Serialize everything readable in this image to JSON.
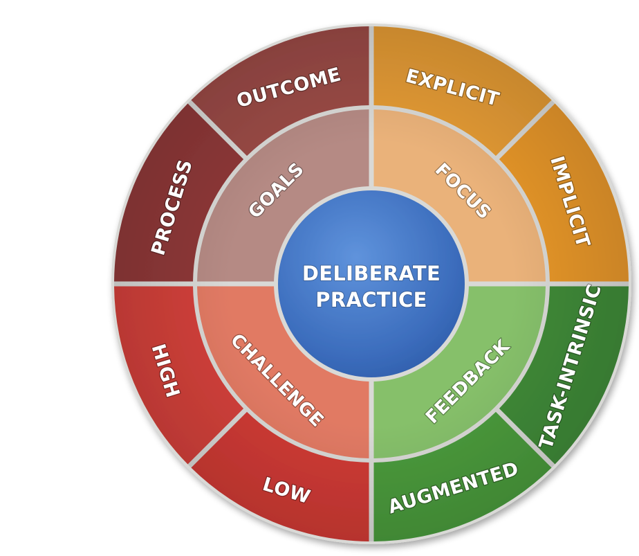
{
  "center": {
    "line1": "DELIBERATE",
    "line2": "PRACTICE",
    "color": "#3d6fbd"
  },
  "quadrants": [
    {
      "id": "goals",
      "inner_label": "GOALS",
      "inner_color": "#b58a84",
      "outer": [
        {
          "label": "PROCESS",
          "color": "#8e3838"
        },
        {
          "label": "OUTCOME",
          "color": "#9a4a46"
        }
      ]
    },
    {
      "id": "focus",
      "inner_label": "FOCUS",
      "inner_color": "#eab27a",
      "outer": [
        {
          "label": "EXPLICIT",
          "color": "#e39a34"
        },
        {
          "label": "IMPLICIT",
          "color": "#e6962a"
        }
      ]
    },
    {
      "id": "feedback",
      "inner_label": "FEEDBACK",
      "inner_color": "#86c06a",
      "outer": [
        {
          "label": "TASK-INTRINSIC",
          "color": "#3f8a38"
        },
        {
          "label": "AUGMENTED",
          "color": "#4a9a3c"
        }
      ]
    },
    {
      "id": "challenge",
      "inner_label": "CHALLENGE",
      "inner_color": "#e17a64",
      "outer": [
        {
          "label": "HIGH",
          "color": "#d2403a"
        },
        {
          "label": "LOW",
          "color": "#cf3a34"
        }
      ]
    }
  ]
}
